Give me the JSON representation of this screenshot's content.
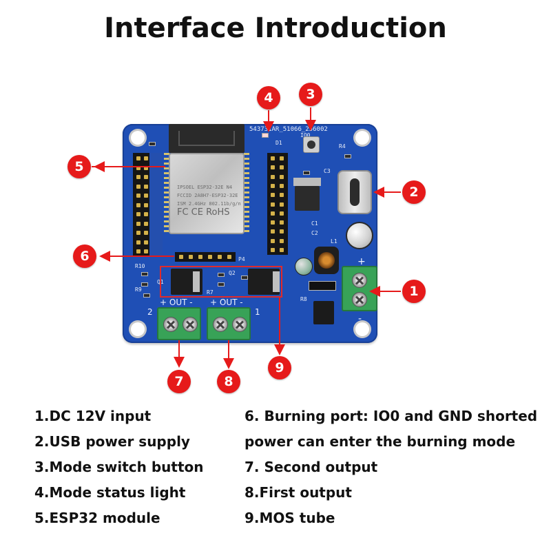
{
  "title": "Interface Introduction",
  "board": {
    "silk_top": "543731AR_51066_256002",
    "silk_io0": "IO0",
    "esp_line1": "IPSOEL ESP32-32E  N4",
    "esp_line2": "FCCID 2A8H7-ESP32-32E",
    "esp_line3": "ISM 2.4GHz 802.11b/g/n",
    "esp_certs": "FC CE RoHS",
    "silk_out": "+  OUT  -",
    "silk_out2": "+  OUT  -",
    "silk_2": "2",
    "silk_1": "1",
    "silk_plus": "+",
    "silk_minus": "-",
    "silk_p4": "P4",
    "silk_c3": "C3",
    "silk_c1": "C1",
    "silk_c2": "C2",
    "silk_l1": "L1",
    "silk_r10": "R10",
    "silk_r9": "R9",
    "silk_r8": "R8",
    "silk_r4": "R4",
    "silk_r7": "R7",
    "silk_q1": "Q1",
    "silk_q2": "Q2",
    "silk_d1": "D1"
  },
  "callouts": [
    "1",
    "2",
    "3",
    "4",
    "5",
    "6",
    "7",
    "8",
    "9"
  ],
  "legend": {
    "left": [
      "1.DC 12V input",
      "2.USB power supply",
      "3.Mode switch button",
      "4.Mode status light",
      "5.ESP32 module"
    ],
    "right": [
      "6. Burning port: IO0 and GND shorted",
      "power can enter the burning mode",
      "7. Second output",
      "8.First output",
      "9.MOS tube"
    ]
  },
  "colors": {
    "pcb": "#1f4fb5",
    "callout": "#e61a1a",
    "terminal": "#38a257"
  }
}
